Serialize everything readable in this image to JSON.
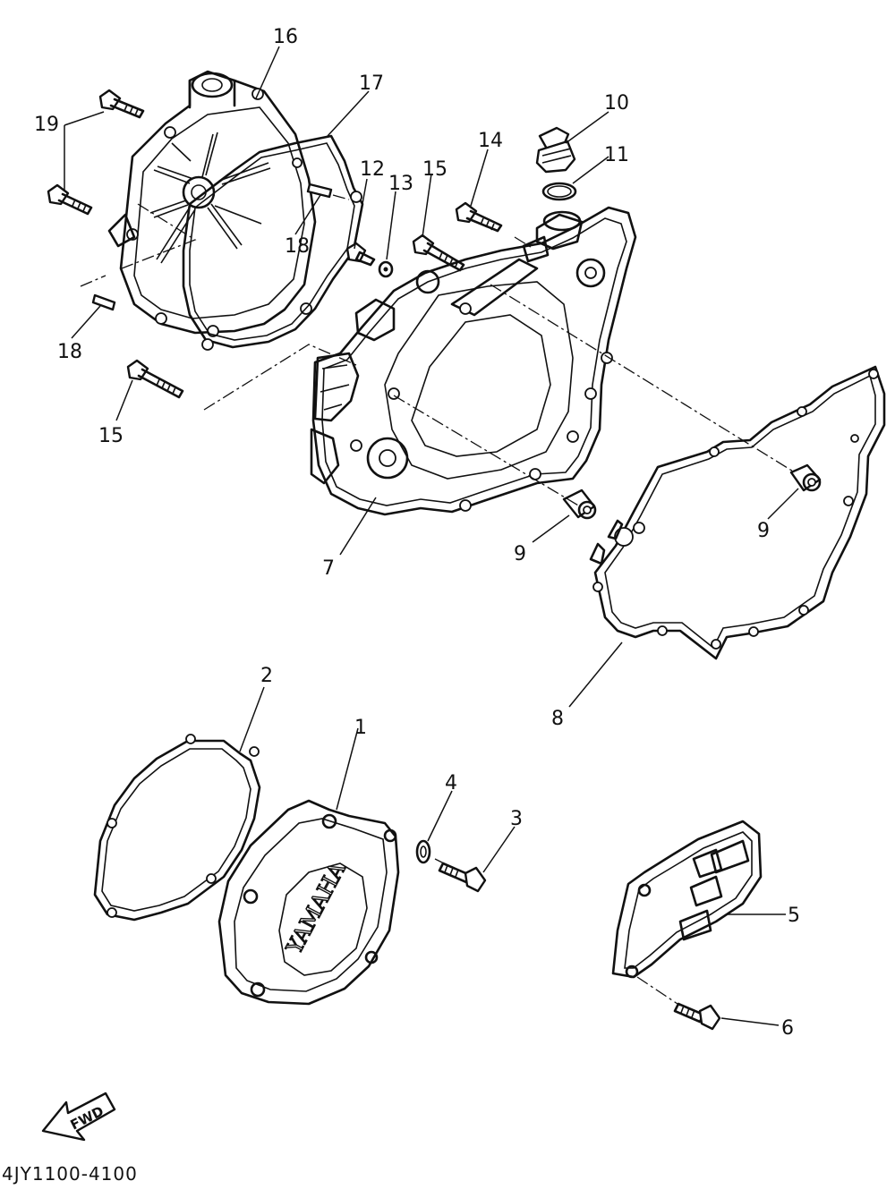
{
  "diagram_code": "4JY1100-4100",
  "direction_arrow": "FWD",
  "cover_logo": "YAMAHA",
  "callouts": {
    "p1": "1",
    "p2": "2",
    "p3": "3",
    "p4": "4",
    "p5": "5",
    "p6": "6",
    "p7": "7",
    "p8": "8",
    "p9a": "9",
    "p9b": "9",
    "p10": "10",
    "p11": "11",
    "p12": "12",
    "p13": "13",
    "p14": "14",
    "p15a": "15",
    "p15b": "15",
    "p16": "16",
    "p17": "17",
    "p18a": "18",
    "p18b": "18",
    "p19": "19"
  }
}
